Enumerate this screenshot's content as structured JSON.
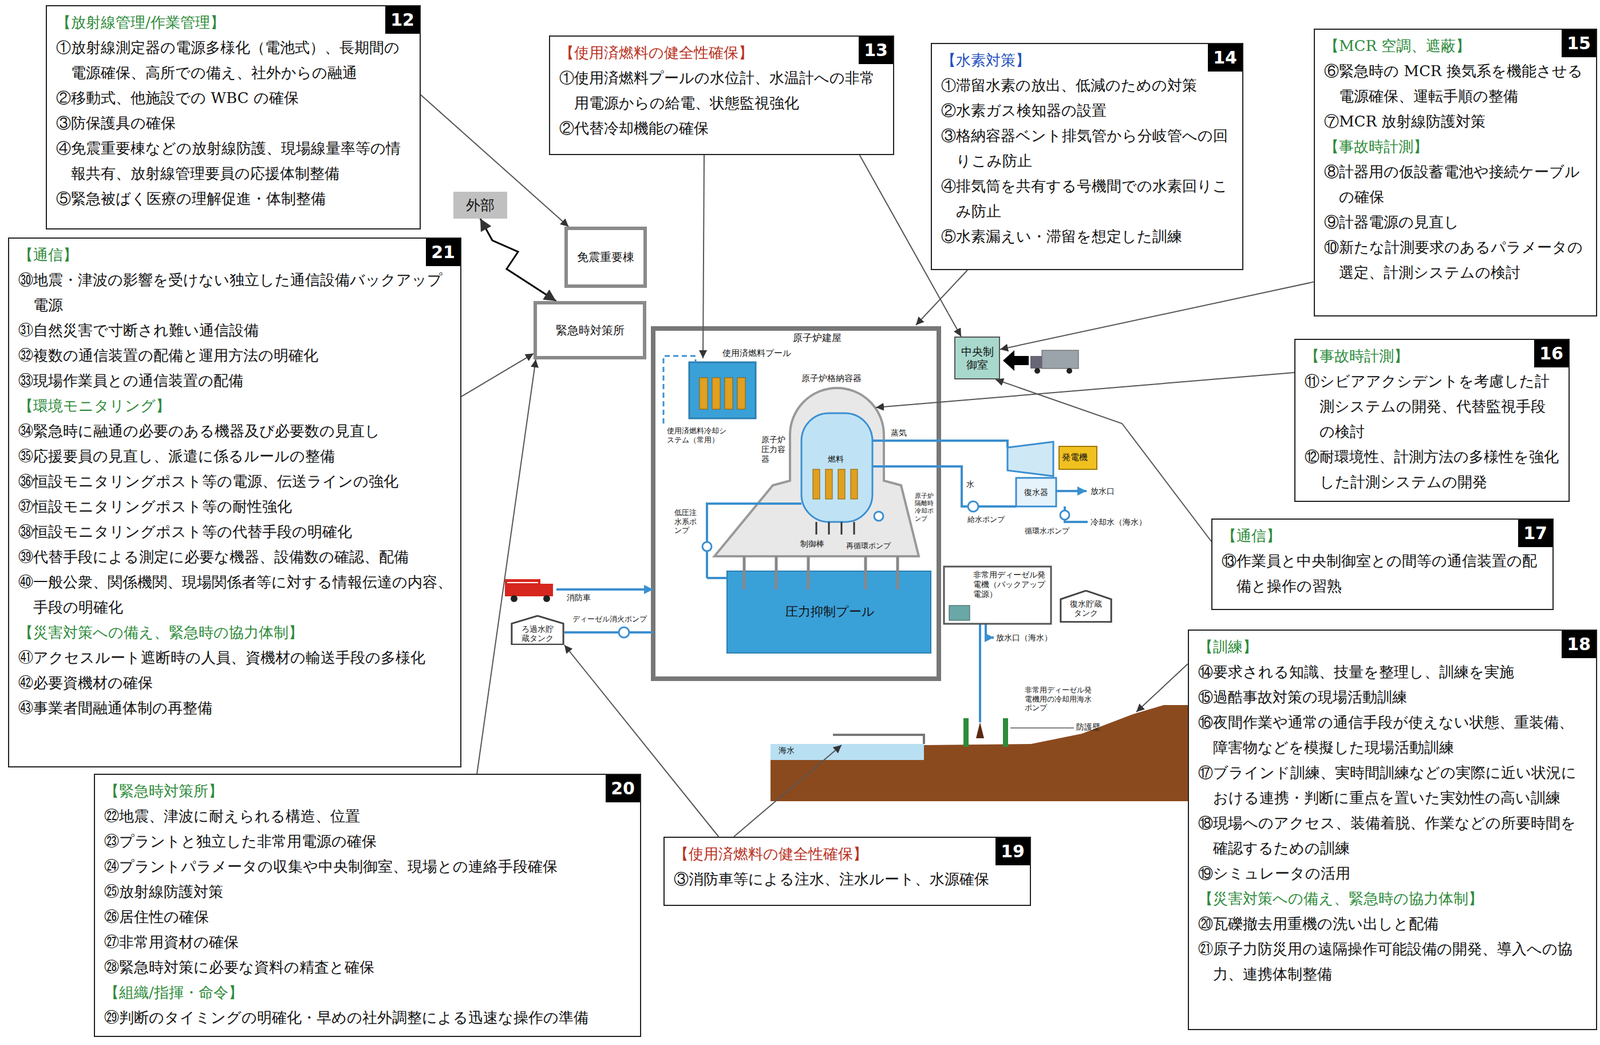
{
  "diagram": {
    "nodes": [
      {
        "text": [
          "12",
          "【放射線管理/作業管理】",
          "①放射線測定器の電源多様化（電池式）、長期間の電源確保、高所での備え、社外からの融通",
          "②移動式、他施設での WBC の確保",
          "③防保護具の確保",
          "④免震重要棟などの放射線防護、現場線量率等の情報共有、放射線管理要員の応援体制整備",
          "⑤緊急被ばく医療の理解促進・体制整備"
        ]
      },
      {
        "text": [
          "13",
          "【使用済燃料の健全性確保】",
          "①使用済燃料プールの水位計、水温計への非常用電源からの給電、状態監視強化",
          "②代替冷却機能の確保"
        ]
      },
      {
        "text": [
          "14",
          "【水素対策】",
          "①滞留水素の放出、低減のための対策",
          "②水素ガス検知器の設置",
          "③格納容器ベント排気管から分岐管への回りこみ防止",
          "④排気筒を共有する号機間での水素回りこみ防止",
          "⑤水素漏えい・滞留を想定した訓練"
        ]
      },
      {
        "text": [
          "15",
          "【MCR 空調、遮蔽】",
          "⑥緊急時の MCR 換気系を機能させる電源確保、運転手順の整備",
          "⑦MCR 放射線防護対策",
          "【事故時計測】",
          "⑧計器用の仮設蓄電池や接続ケーブルの確保",
          "⑨計器電源の見直し",
          "⑩新たな計測要求のあるパラメータの選定、計測システムの検討"
        ]
      },
      {
        "text": [
          "外部"
        ]
      },
      {
        "text": [
          "免震重要棟"
        ]
      },
      {
        "text": [
          "21",
          "【通信】",
          "㉚地震・津波の影響を受けない独立した通信設備バックアップ電源",
          "㉛自然災害で寸断され難い通信設備",
          "㉜複数の通信装置の配備と運用方法の明確化",
          "㉝現場作業員との通信装置の配備",
          "【環境モニタリング】",
          "㉞緊急時に融通の必要のある機器及び必要数の見直し",
          "㉟応援要員の見直し、派遣に係るルールの整備",
          "㊱恒設モニタリングポスト等の電源、伝送ラインの強化",
          "㊲恒設モニタリングポスト等の耐性強化",
          "㊳恒設モニタリングポスト等の代替手段の明確化",
          "㊴代替手段による測定に必要な機器、設備数の確認、配備",
          "㊵一般公衆、関係機関、現場関係者等に対する情報伝達の内容、手段の明確化",
          "【災害対策への備え、緊急時の協力体制】",
          "㊶アクセスルート遮断時の人員、資機材の輸送手段の多様化",
          "㊷必要資機材の確保",
          "㊸事業者間融通体制の再整備"
        ]
      },
      {
        "text": [
          "緊急時対策所"
        ]
      },
      {
        "text": [
          "中央制御室"
        ]
      },
      {
        "text": [
          "16",
          "【事故時計測】",
          "⑪シビアアクシデントを考慮した計測システムの開発、代替監視手段の検討",
          "⑫耐環境性、計測方法の多様性を強化した計測システムの開発"
        ]
      },
      {
        "text": [
          "17",
          "【通信】",
          "⑬作業員と中央制御室との間等の通信装置の配備と操作の習熟"
        ]
      },
      {
        "text": [
          "復水貯蔵タンク"
        ]
      },
      {
        "text": [
          "ろ過水貯蔵タンク"
        ]
      },
      {
        "text": [
          "18",
          "【訓練】",
          "⑭要求される知識、技量を整理し、訓練を実施",
          "⑮過酷事故対策の現場活動訓練",
          "⑯夜間作業や通常の通信手段が使えない状態、重装備、障害物などを模擬した現場活動訓練",
          "⑰ブラインド訓練、実時間訓練などの実際に近い状況における連携・判断に重点を置いた実効性の高い訓練",
          "⑱現場へのアクセス、装備着脱、作業などの所要時間を確認するための訓練",
          "⑲シミュレータの活用",
          "【災害対策への備え、緊急時の協力体制】",
          "⑳瓦礫撤去用重機の洗い出しと配備",
          "㉑原子力防災用の遠隔操作可能設備の開発、導入への協力、連携体制整備"
        ]
      },
      {
        "text": [
          "20",
          "【緊急時対策所】",
          "㉒地震、津波に耐えられる構造、位置",
          "㉓プラントと独立した非常用電源の確保",
          "㉔プラントパラメータの収集や中央制御室、現場との連絡手段確保",
          "㉕放射線防護対策",
          "㉖居住性の確保",
          "㉗非常用資材の確保",
          "㉘緊急時対策に必要な資料の精査と確保",
          "【組織/指揮・命令】",
          "㉙判断のタイミングの明確化・早めの社外調整による迅速な操作の準備"
        ]
      },
      {
        "text": [
          "19",
          "【使用済燃料の健全性確保】",
          "③消防車等による注水、注水ルート、水源確保"
        ]
      }
    ],
    "edges": [
      {
        "from": 0,
        "to": 5,
        "arrow": "to"
      },
      {
        "from": 1,
        "to": 8,
        "arrow": "to"
      },
      {
        "from": 3,
        "to": 8,
        "arrow": "to"
      },
      {
        "from": 4,
        "to": 7,
        "arrow": "both"
      },
      {
        "from": 6,
        "to": 7,
        "arrow": "to"
      },
      {
        "from": 14,
        "to": 7,
        "arrow": "to"
      },
      {
        "from": 10,
        "to": 8,
        "arrow": "to"
      },
      {
        "from": 15,
        "to": 12,
        "arrow": "to"
      }
    ],
    "labels": [
      "原子炉建屋",
      "使用済燃料プール",
      "原子炉格納容器",
      "使用済燃料冷却システム（常用）",
      "原子炉圧力容器",
      "燃料",
      "制御棒",
      "蒸気",
      "低圧注水系ポンプ",
      "原子炉隔離時冷却ポンプ",
      "再循環ポンプ",
      "圧力抑制プール",
      "水",
      "発電機",
      "復水器",
      "給水ポンプ",
      "循環水ポンプ",
      "放水口",
      "冷却水（海水）",
      "非常用ディーゼル発電機（バックアップ電源）",
      "放水口（海水）",
      "消防車",
      "ディーゼル消火ポンプ",
      "非常用ディーゼル発電機用の冷却用海水ポンプ",
      "防護壁",
      "海水"
    ]
  }
}
